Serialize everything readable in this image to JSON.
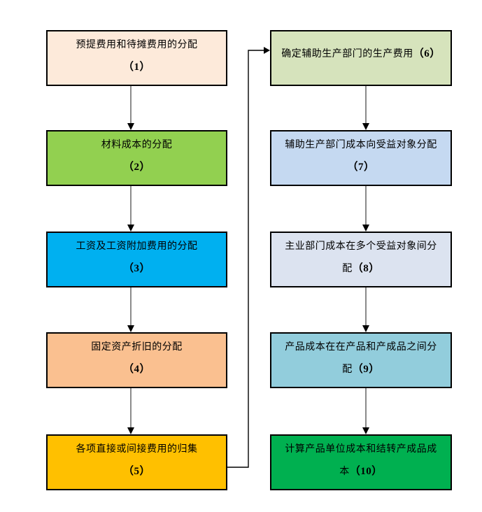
{
  "page": {
    "background": "#FFFFFF"
  },
  "flowchart": {
    "arrow_line_color": "#595959",
    "arrowhead_color": "#000000",
    "connector_color": "#000000",
    "boxes": [
      {
        "id": "1",
        "fill": "#FDEADA",
        "line1_text": "预提费用和待摊费用的分配",
        "line1_num": "",
        "line2_text": "",
        "line2_num": "（1）"
      },
      {
        "id": "2",
        "fill": "#92D050",
        "line1_text": "材料成本的分配",
        "line1_num": "",
        "line2_text": "",
        "line2_num": "（2）"
      },
      {
        "id": "3",
        "fill": "#00B0F0",
        "line1_text": "工资及工资附加费用的分配",
        "line1_num": "",
        "line2_text": "",
        "line2_num": "（3）"
      },
      {
        "id": "4",
        "fill": "#FAC090",
        "line1_text": "固定资产折旧的分配",
        "line1_num": "",
        "line2_text": "",
        "line2_num": "（4）"
      },
      {
        "id": "5",
        "fill": "#FFC000",
        "line1_text": "各项直接或间接费用的归集",
        "line1_num": "",
        "line2_text": "",
        "line2_num": "（5）"
      },
      {
        "id": "6",
        "fill": "#D6E3BC",
        "line1_text": "确定辅助生产部门的生产费用",
        "line1_num": "（6）",
        "line2_text": "",
        "line2_num": ""
      },
      {
        "id": "7",
        "fill": "#C5D9F1",
        "line1_text": "辅助生产部门成本向受益对象分配",
        "line1_num": "",
        "line2_text": "",
        "line2_num": "（7）"
      },
      {
        "id": "8",
        "fill": "#DCE3F0",
        "line1_text": "主业部门成本在多个受益对象间分",
        "line1_num": "",
        "line2_text": "配",
        "line2_num": "（8）"
      },
      {
        "id": "9",
        "fill": "#92CDDC",
        "line1_text": "产品成本在在产品和产成品之间分",
        "line1_num": "",
        "line2_text": "配",
        "line2_num": "（9）"
      },
      {
        "id": "10",
        "fill": "#00B050",
        "line1_text": "计算产品单位成本和结转产成品成",
        "line1_num": "",
        "line2_text": "本",
        "line2_num": "（10）"
      }
    ]
  }
}
